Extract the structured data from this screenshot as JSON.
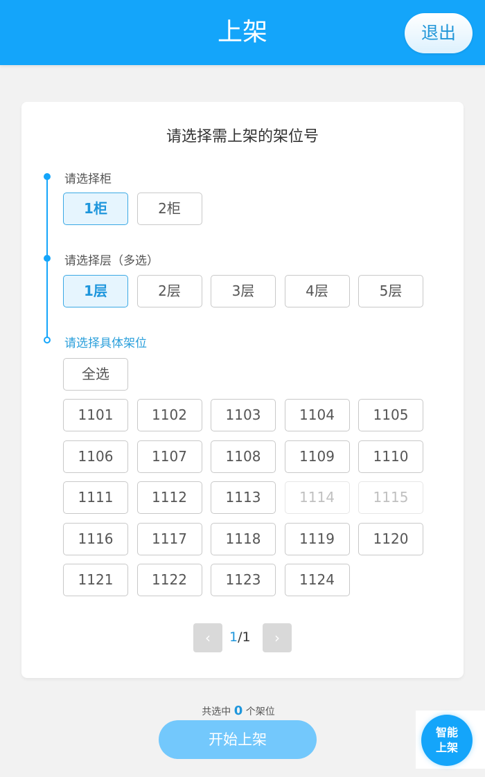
{
  "header": {
    "title": "上架",
    "exit_label": "退出"
  },
  "card": {
    "title": "请选择需上架的架位号",
    "steps": {
      "cabinet": {
        "label": "请选择柜",
        "options": [
          {
            "label": "1柜",
            "state": "selected"
          },
          {
            "label": "2柜",
            "state": "normal"
          }
        ]
      },
      "layer": {
        "label": "请选择层（多选）",
        "options": [
          {
            "label": "1层",
            "state": "selected"
          },
          {
            "label": "2层",
            "state": "normal"
          },
          {
            "label": "3层",
            "state": "normal"
          },
          {
            "label": "4层",
            "state": "normal"
          },
          {
            "label": "5层",
            "state": "normal"
          }
        ]
      },
      "slot": {
        "label": "请选择具体架位",
        "select_all_label": "全选",
        "slots": [
          {
            "label": "1101",
            "state": "normal"
          },
          {
            "label": "1102",
            "state": "normal"
          },
          {
            "label": "1103",
            "state": "normal"
          },
          {
            "label": "1104",
            "state": "normal"
          },
          {
            "label": "1105",
            "state": "normal"
          },
          {
            "label": "1106",
            "state": "normal"
          },
          {
            "label": "1107",
            "state": "normal"
          },
          {
            "label": "1108",
            "state": "normal"
          },
          {
            "label": "1109",
            "state": "normal"
          },
          {
            "label": "1110",
            "state": "normal"
          },
          {
            "label": "1111",
            "state": "normal"
          },
          {
            "label": "1112",
            "state": "normal"
          },
          {
            "label": "1113",
            "state": "normal"
          },
          {
            "label": "1114",
            "state": "disabled"
          },
          {
            "label": "1115",
            "state": "disabled"
          },
          {
            "label": "1116",
            "state": "normal"
          },
          {
            "label": "1117",
            "state": "normal"
          },
          {
            "label": "1118",
            "state": "normal"
          },
          {
            "label": "1119",
            "state": "normal"
          },
          {
            "label": "1120",
            "state": "normal"
          },
          {
            "label": "1121",
            "state": "normal"
          },
          {
            "label": "1122",
            "state": "normal"
          },
          {
            "label": "1123",
            "state": "normal"
          },
          {
            "label": "1124",
            "state": "normal"
          }
        ]
      }
    },
    "pager": {
      "prev_icon": "‹",
      "next_icon": "›",
      "current": "1",
      "separator": "/",
      "total": "1"
    }
  },
  "footer": {
    "summary_prefix": "共选中",
    "selected_count": "0",
    "summary_suffix": "个架位",
    "start_label": "开始上架",
    "smart_line1": "智能",
    "smart_line2": "上架"
  },
  "colors": {
    "primary": "#14a5fa",
    "start_button": "#73c8fc",
    "selected_bg": "#e6f5fe"
  }
}
